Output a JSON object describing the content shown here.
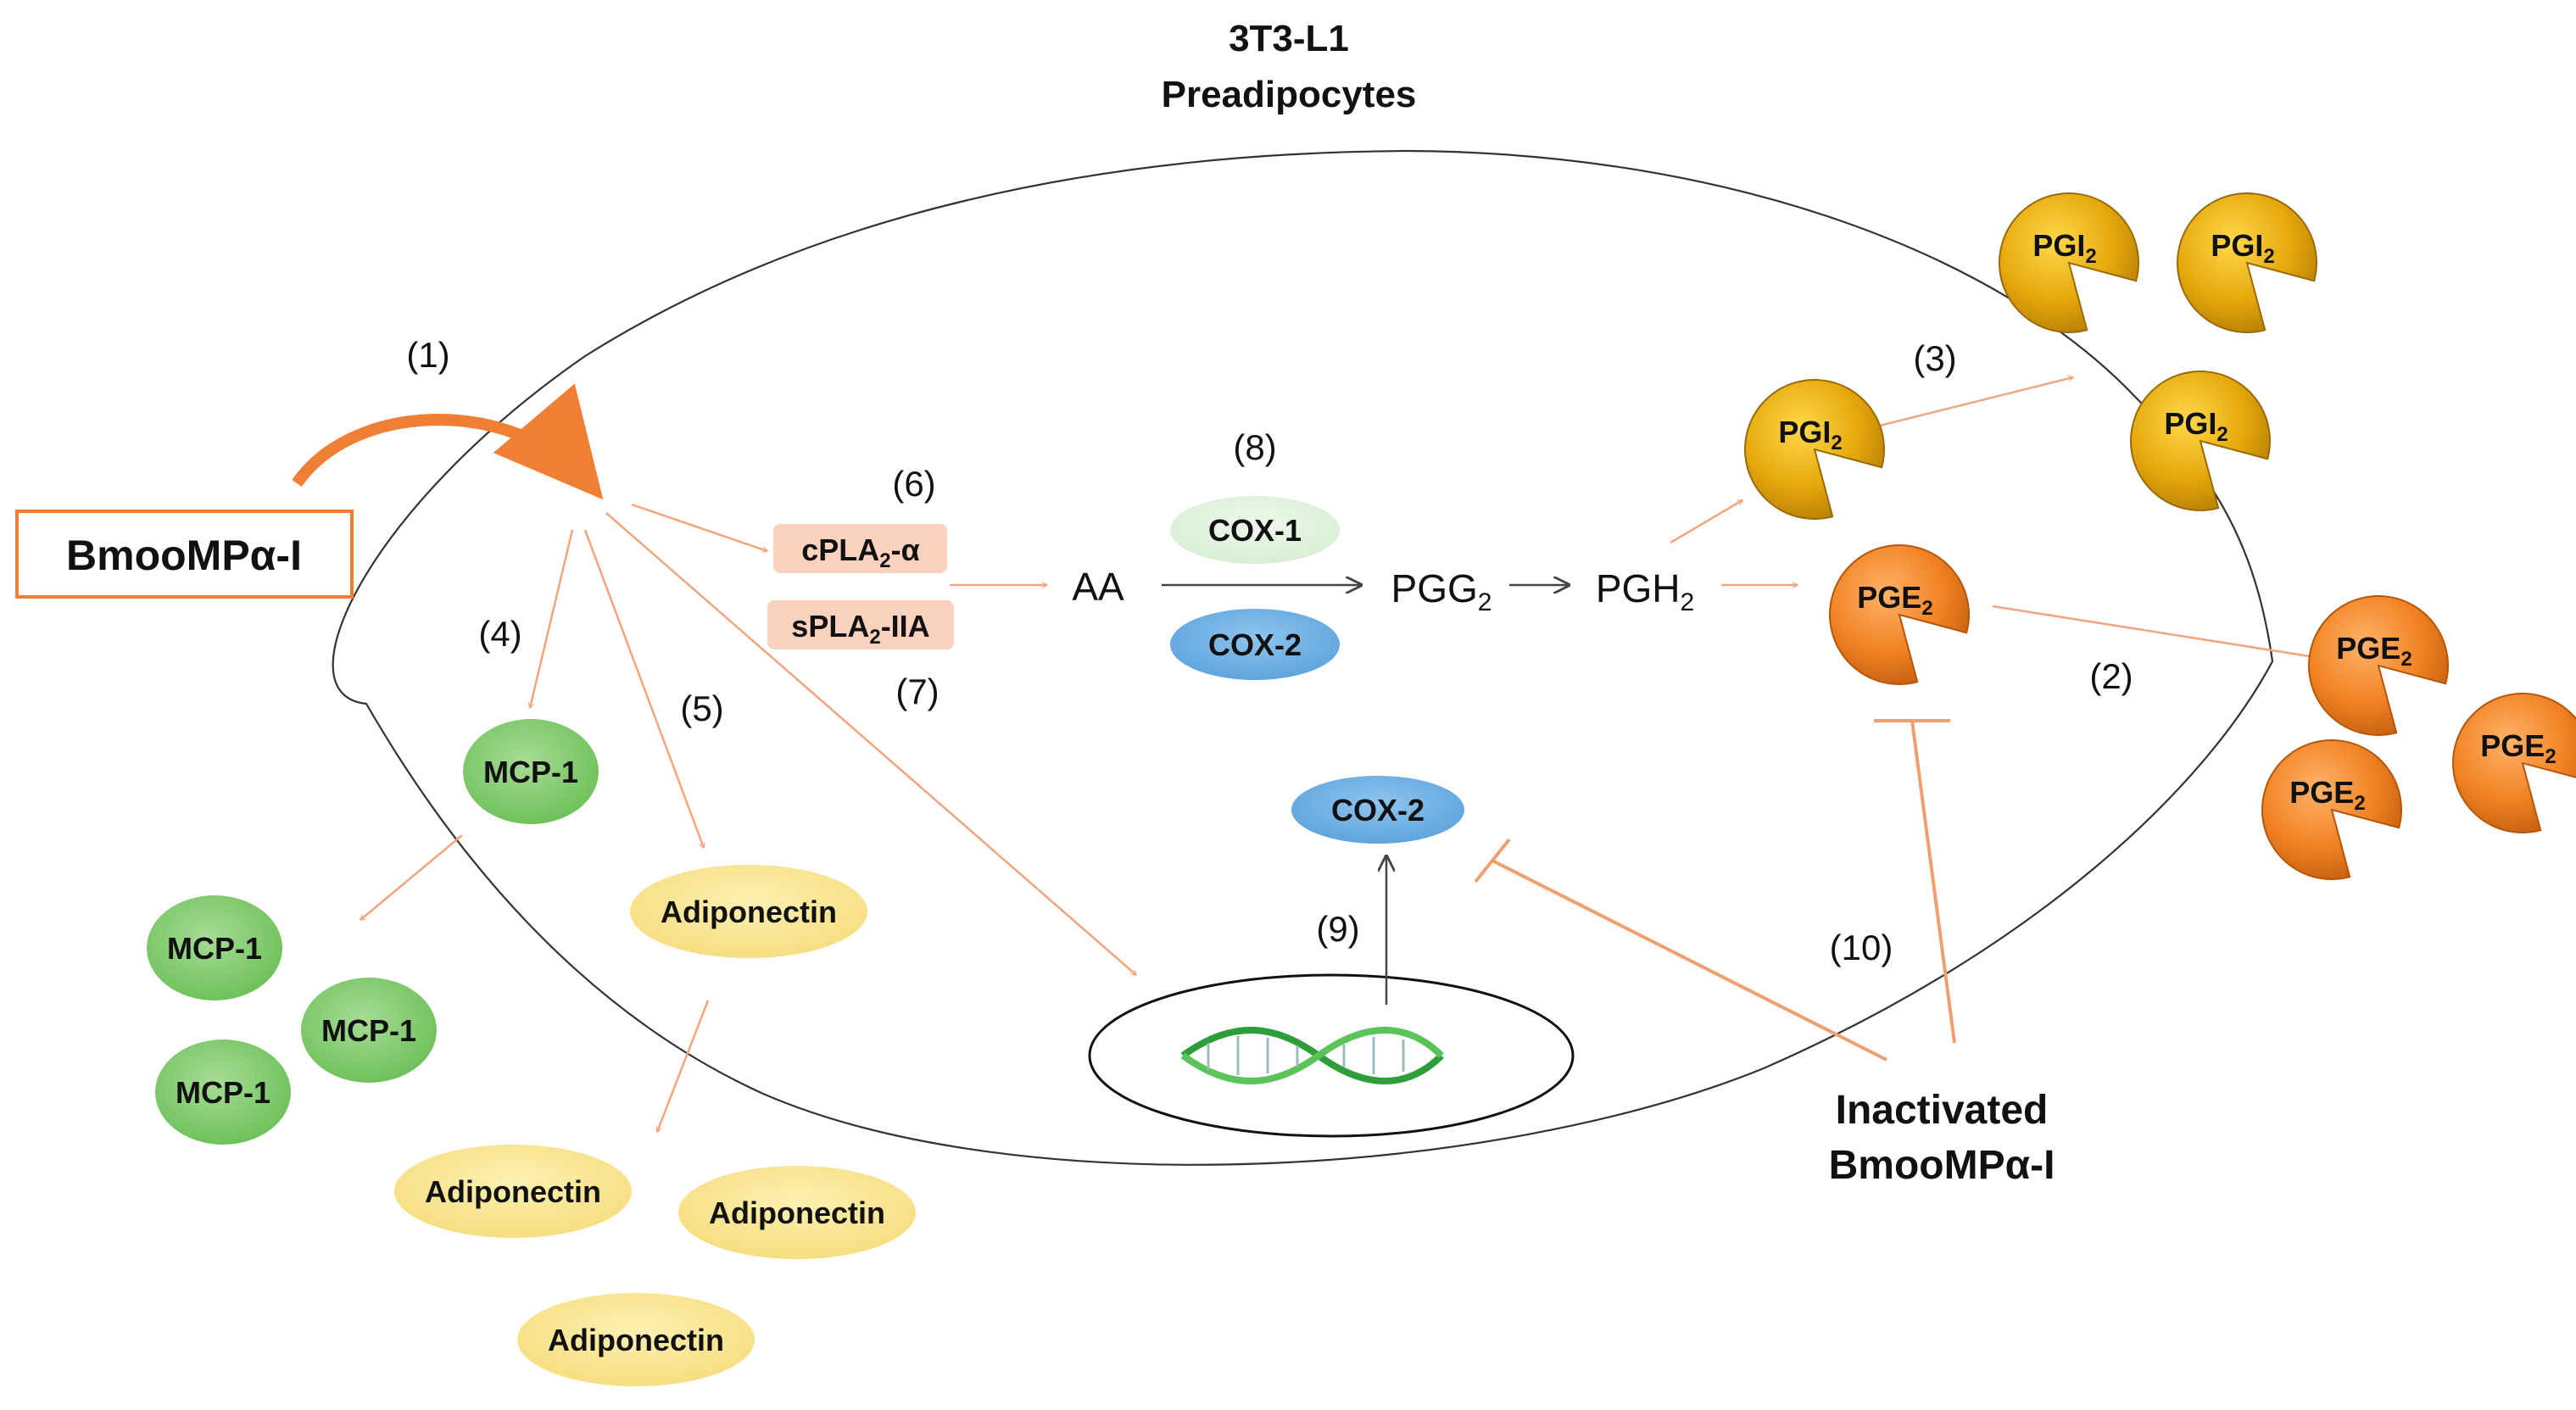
{
  "title": {
    "line1": "3T3-L1",
    "line2": "Preadipocytes"
  },
  "agent": {
    "label": "BmooMPα-I"
  },
  "inactivated": {
    "line1": "Inactivated",
    "line2": "BmooMPα-I"
  },
  "steps": [
    "(1)",
    "(2)",
    "(3)",
    "(4)",
    "(5)",
    "(6)",
    "(7)",
    "(8)",
    "(9)",
    "(10)"
  ],
  "enzymes": {
    "cpla2": {
      "prefix": "cPLA",
      "sub": "2",
      "suffix": "-α"
    },
    "spla2": {
      "prefix": "sPLA",
      "sub": "2",
      "suffix": "-IIA"
    },
    "cox1": "COX-1",
    "cox2": "COX-2",
    "cox2_expressed": "COX-2"
  },
  "metabolites": {
    "aa": "AA",
    "pgg": {
      "base": "PGG",
      "sub": "2"
    },
    "pgh": {
      "base": "PGH",
      "sub": "2"
    }
  },
  "prostaglandins": {
    "pgi2": {
      "base": "PGI",
      "sub": "2"
    },
    "pge2": {
      "base": "PGE",
      "sub": "2"
    }
  },
  "mcp1": "MCP-1",
  "adiponectin": "Adiponectin",
  "colors": {
    "arrow": "#f2a57d",
    "strong_arrow": "#f07f36",
    "inhibit": "#f0a070",
    "mcp_green": "#7dc96a",
    "adipo_yellow": "#f9e38e",
    "pla_pink": "#fbd2bd",
    "cox1_green": "#dff2dc",
    "cox2_blue": "#6aaee3",
    "pgi_gold": "#e6a80c",
    "pge_orange": "#f18222",
    "dna_green": "#2e9e3a"
  }
}
